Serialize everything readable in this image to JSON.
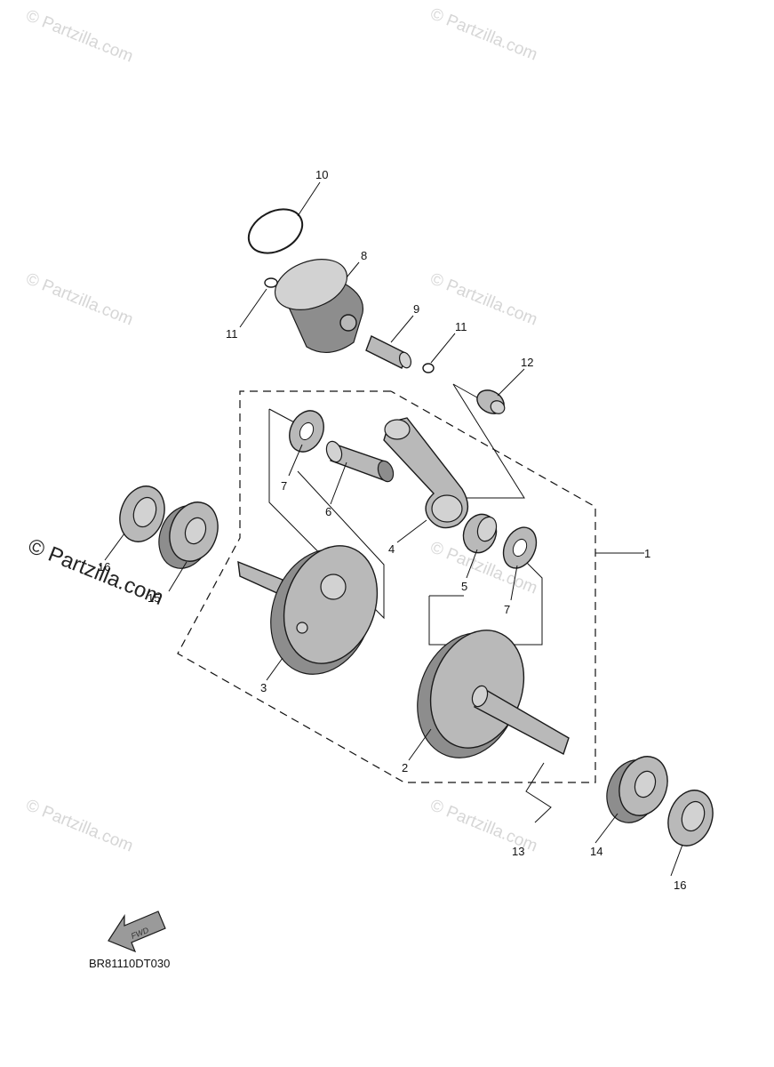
{
  "watermarks": {
    "small_text": "© Partzilla.com",
    "large_text": "© Partzilla.com"
  },
  "callouts": {
    "c1": "1",
    "c2": "2",
    "c3": "3",
    "c4": "4",
    "c5": "5",
    "c6": "6",
    "c7a": "7",
    "c7b": "7",
    "c8": "8",
    "c9": "9",
    "c10": "10",
    "c11a": "11",
    "c11b": "11",
    "c12": "12",
    "c13": "13",
    "c14": "14",
    "c15": "15",
    "c16a": "16",
    "c16b": "16"
  },
  "fwd_label": "FWD",
  "diagram_code": "BR81110DT030"
}
